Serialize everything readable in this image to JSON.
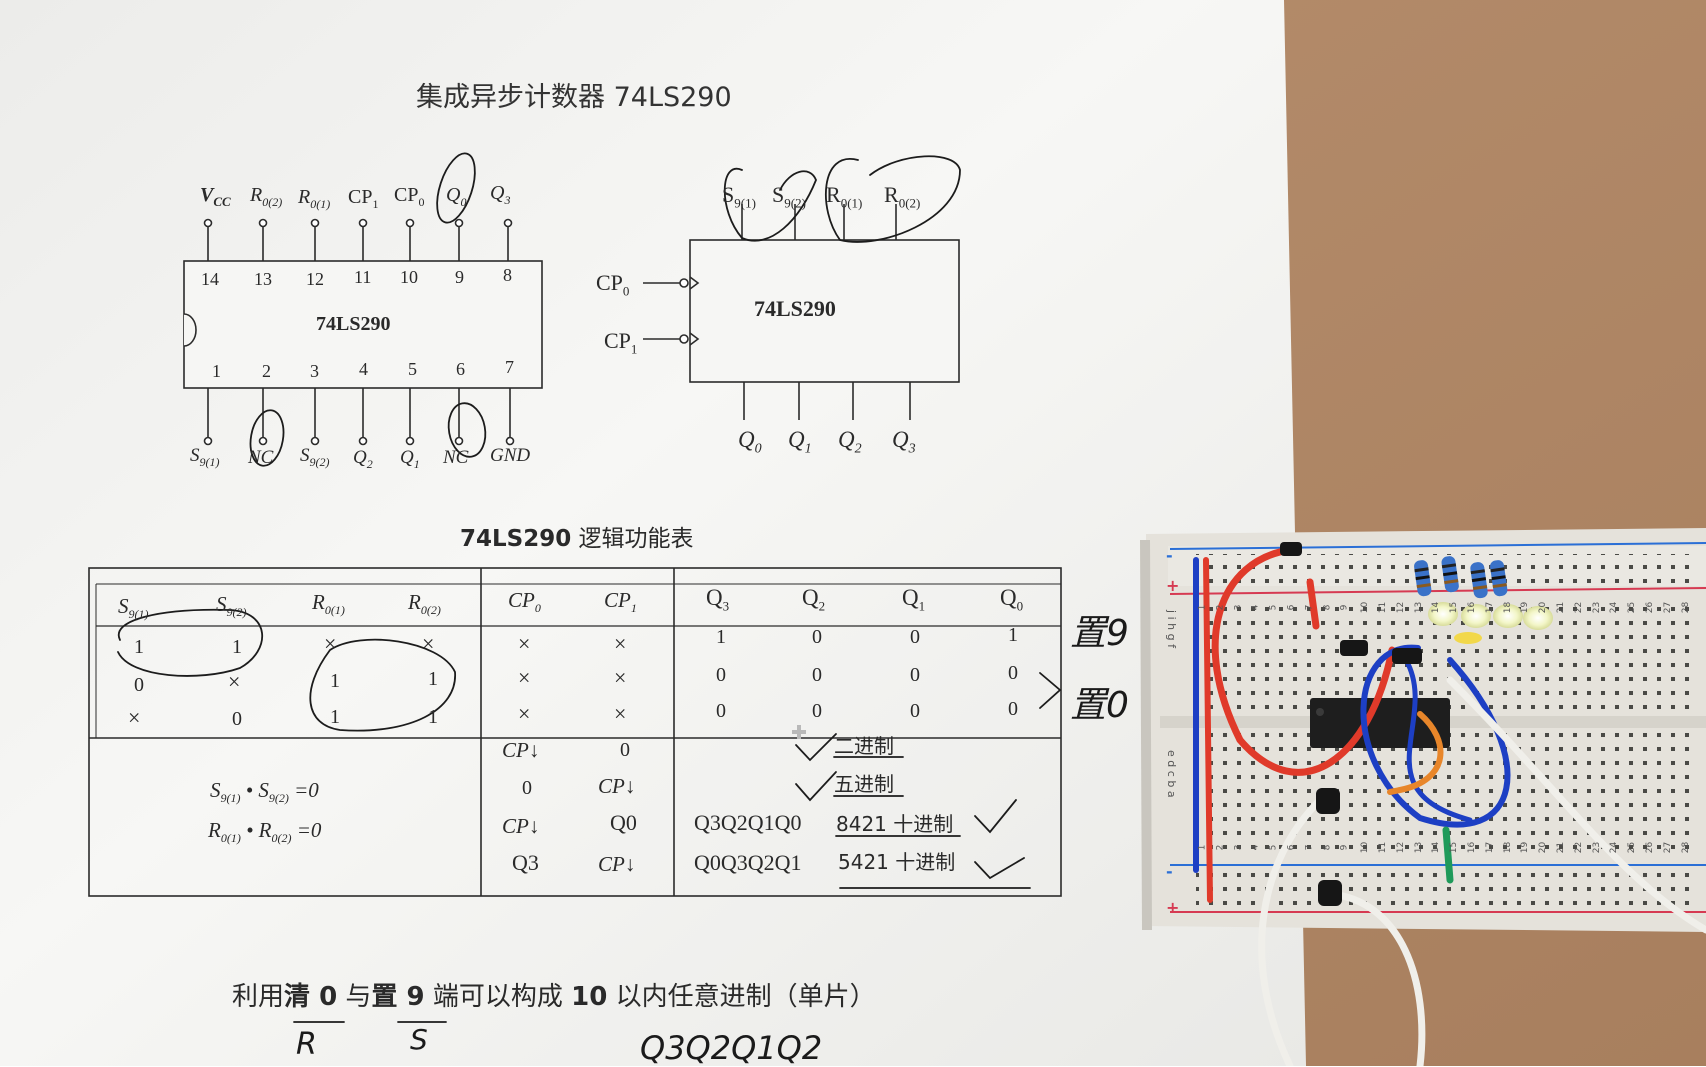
{
  "colors": {
    "paper": "#f4f4f2",
    "table_wall": "#b48a68",
    "ink": "#2a2a2a",
    "breadboard": "#e6e3dc",
    "red_wire": "#e03a2a",
    "blue_wire": "#1d3fc4",
    "orange_wire": "#e8862a",
    "white_wire": "#f2f2ee",
    "led": "#f6f7d8"
  },
  "title": "集成异步计数器  74LS290",
  "dip": {
    "chip_label": "74LS290",
    "top_pin_labels": [
      "V",
      "CC",
      "R",
      "0(2)",
      "R",
      "0(1)",
      "CP",
      "1",
      "CP",
      "0",
      "Q",
      "0",
      "Q",
      "3"
    ],
    "top_pin_numbers": [
      "14",
      "13",
      "12",
      "11",
      "10",
      "9",
      "8"
    ],
    "bottom_pin_numbers": [
      "1",
      "2",
      "3",
      "4",
      "5",
      "6",
      "7"
    ],
    "bottom_pin_labels": [
      "S",
      "9(1)",
      "NC",
      "S",
      "9(2)",
      "Q",
      "2",
      "Q",
      "1",
      "NC",
      "GND"
    ]
  },
  "block": {
    "chip_label": "74LS290",
    "inputs": [
      "S",
      "9(1)",
      "S",
      "9(2)",
      "R",
      "0(1)",
      "R",
      "0(2)"
    ],
    "clocks": [
      "CP",
      "0",
      "CP",
      "1"
    ],
    "outputs": [
      "Q",
      "0",
      "Q",
      "1",
      "Q",
      "2",
      "Q",
      "3"
    ]
  },
  "table": {
    "title_code": "74LS290",
    "title_rest": " 逻辑功能表",
    "headers": [
      "S",
      "9(1)",
      "S",
      "9(2)",
      "R",
      "0(1)",
      "R",
      "0(2)",
      "CP",
      "0",
      "CP",
      "1",
      "Q",
      "3",
      "Q",
      "2",
      "Q",
      "1",
      "Q",
      "0"
    ],
    "rows": [
      [
        "1",
        "1",
        "×",
        "×",
        "×",
        "×",
        "1",
        "0",
        "0",
        "1"
      ],
      [
        "0",
        "×",
        "1",
        "1",
        "×",
        "×",
        "0",
        "0",
        "0",
        "0"
      ],
      [
        "×",
        "0",
        "1",
        "1",
        "×",
        "×",
        "0",
        "0",
        "0",
        "0"
      ]
    ],
    "conditions": [
      "S",
      "9(1)",
      " • S",
      "9(2)",
      " =0",
      "R",
      "0(1)",
      " • R",
      "0(2)",
      " =0"
    ],
    "modes": [
      {
        "cp0": "CP↓",
        "cp1": "0",
        "outputs": "",
        "desc": "二进制"
      },
      {
        "cp0": "0",
        "cp1": "CP↓",
        "outputs": "",
        "desc": "五进制"
      },
      {
        "cp0": "CP↓",
        "cp1": "Q0",
        "outputs": "Q3Q2Q1Q0",
        "desc": "8421 十进制"
      },
      {
        "cp0": "Q3",
        "cp1": "CP↓",
        "outputs": "Q0Q3Q2Q1",
        "desc": "5421 十进制"
      }
    ]
  },
  "handwriting": {
    "row1_note": "置9",
    "row23_note": "置0",
    "r_note": "R",
    "s_note": "S",
    "bottom_note": "Q3Q2Q1Q2"
  },
  "footer_text": [
    "利用",
    "清 0",
    " 与",
    "置 9",
    " 端可以构成 ",
    "10",
    " 以内任意进制（单片）"
  ],
  "breadboard": {
    "row_letters": [
      "a",
      "b",
      "c",
      "d",
      "e",
      "f",
      "g",
      "h",
      "i",
      "j"
    ],
    "column_numbers": [
      "1",
      "2",
      "3",
      "4",
      "5",
      "6",
      "7",
      "8",
      "9",
      "10",
      "11",
      "12",
      "13",
      "14",
      "15",
      "16",
      "17",
      "18",
      "19",
      "20",
      "21",
      "22",
      "23",
      "24",
      "25",
      "26",
      "27",
      "28"
    ],
    "rail_signs": [
      "-",
      "+",
      "-",
      "+"
    ]
  }
}
